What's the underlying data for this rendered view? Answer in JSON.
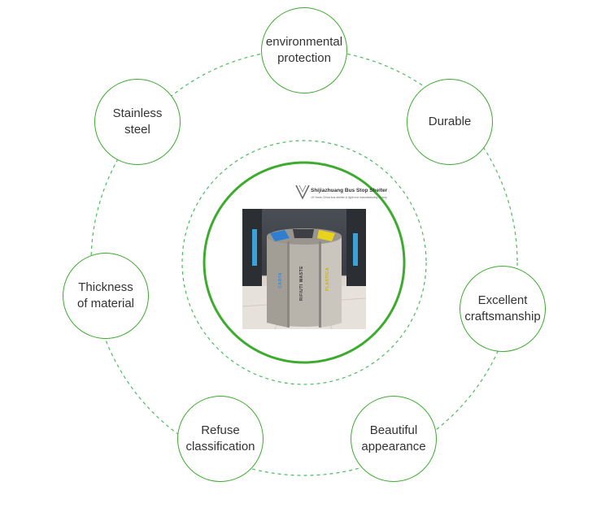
{
  "nodes": {
    "environmental_protection": "environmental\nprotection",
    "durable": "Durable",
    "excellent_craftsmanship": "Excellent\ncraftsmanship",
    "beautiful_appearance": "Beautiful\nappearance",
    "refuse_classification": "Refuse\nclassification",
    "thickness_of_material": "Thickness\nof material",
    "stainless_steel": "Stainless\nsteel"
  },
  "center": {
    "logo_text": "Shijiazhuang Bus Stop Shelter",
    "logo_subtext": "15 Years China bus shelter & light box manufacturing factory",
    "bin_labels": [
      "CARTA",
      "RIFIUTI WASTE",
      "PLASTICA"
    ]
  },
  "colors": {
    "accent_green": "#3cab2e",
    "dashed_green": "#4dbb60"
  }
}
